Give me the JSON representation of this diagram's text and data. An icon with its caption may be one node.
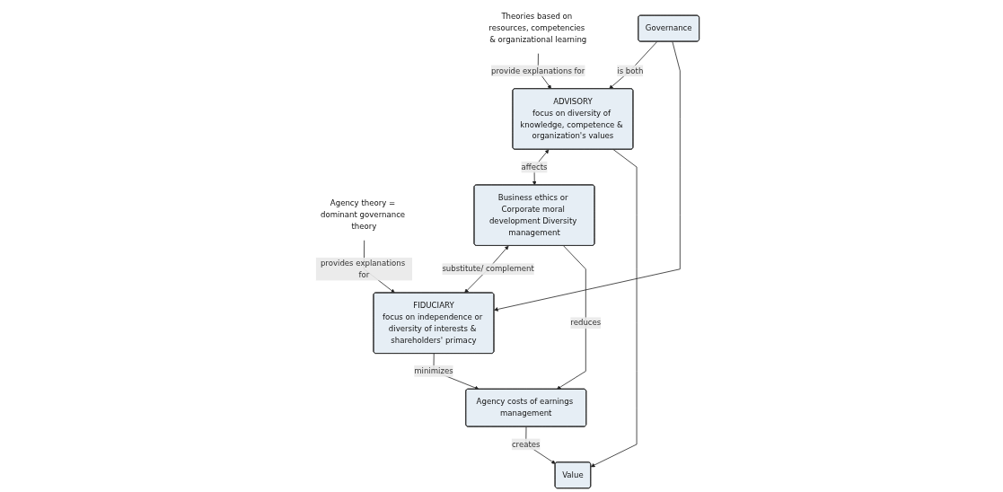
{
  "diagram": {
    "nodes": [
      {
        "text": [
          "Theories based on resources, competencies & organizational learning"
        ]
      },
      {
        "text": [
          "Governance"
        ]
      },
      {
        "text": [
          "Agency theory = dominant governance theory"
        ]
      },
      {
        "text": [
          "ADVISORY",
          "focus on diversity of knowledge, competence & organization's values"
        ]
      },
      {
        "text": [
          "Business ethics or Corporate moral development Diversity management"
        ]
      },
      {
        "text": [
          "FIDUCIARY",
          "focus on independence or diversity of interests & shareholders' primacy"
        ]
      },
      {
        "text": [
          "Agency costs of earnings management"
        ]
      },
      {
        "text": [
          "Value"
        ]
      }
    ],
    "edges": [
      {
        "from": 0,
        "to": 3,
        "arrow": "to",
        "label": "provide explanations for"
      },
      {
        "from": 1,
        "to": 3,
        "arrow": "to",
        "label": "is both"
      },
      {
        "from": 1,
        "to": 5,
        "arrow": "to"
      },
      {
        "from": 2,
        "to": 5,
        "arrow": "to",
        "label": "provides explanations for"
      },
      {
        "from": 3,
        "to": 4,
        "arrow": "both",
        "label": "affects"
      },
      {
        "from": 4,
        "to": 5,
        "arrow": "both",
        "label": "substitute/ complement"
      },
      {
        "from": 4,
        "to": 6,
        "arrow": "to",
        "label": "reduces"
      },
      {
        "from": 5,
        "to": 6,
        "arrow": "to",
        "label": "minimizes"
      },
      {
        "from": 3,
        "to": 7,
        "arrow": "to"
      },
      {
        "from": 6,
        "to": 7,
        "arrow": "to",
        "label": "creates"
      }
    ]
  }
}
